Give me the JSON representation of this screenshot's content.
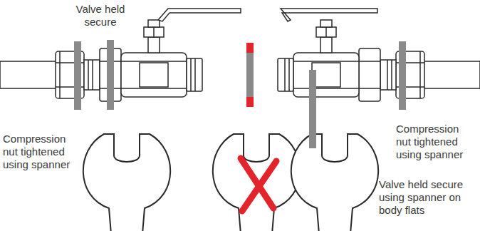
{
  "diagram": {
    "labels": [
      "Valve held secure",
      "Compression nut tightened using spanner",
      "Compression nut tightened using spanner",
      "Valve held secure using spanner on body flats"
    ]
  }
}
